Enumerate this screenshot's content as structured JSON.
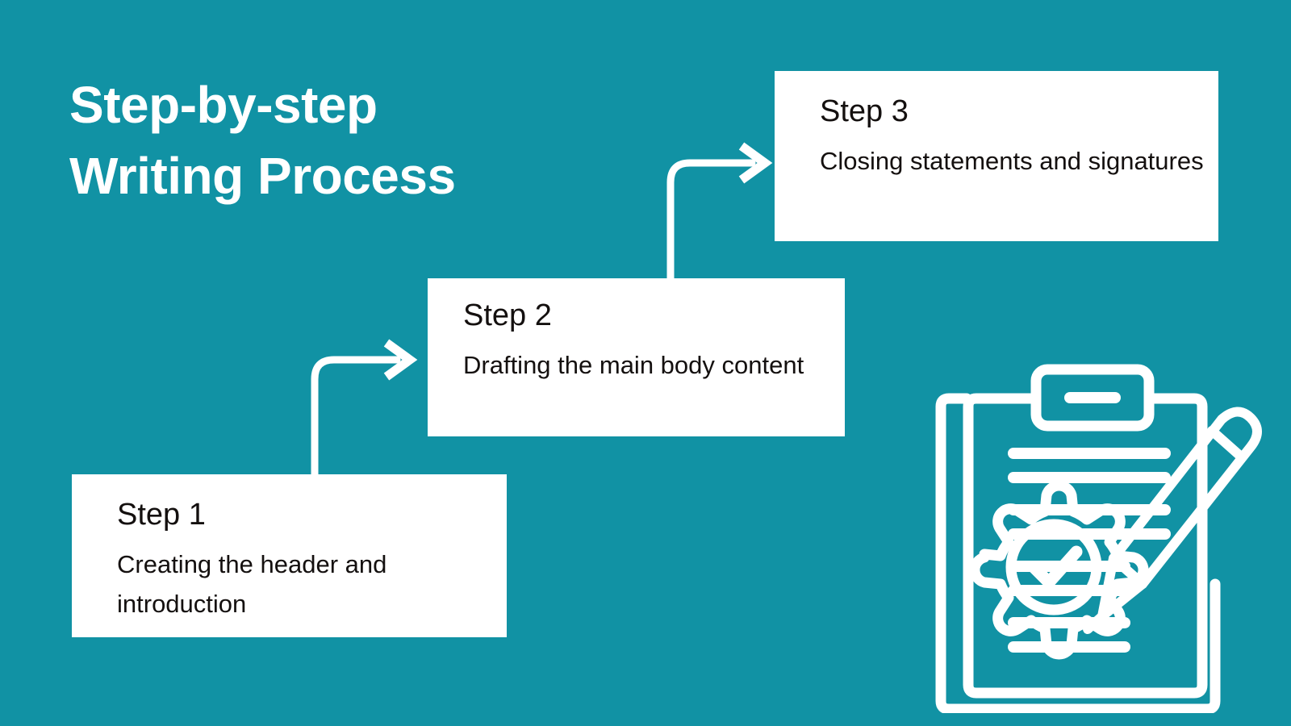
{
  "slide": {
    "title": "Step-by-step\nWriting Process",
    "background_color": "#1192a4",
    "card_background_color": "#ffffff",
    "text_color": "#14100f",
    "accent_color": "#ffffff"
  },
  "steps": [
    {
      "title": "Step 1",
      "description": "Creating the header and introduction"
    },
    {
      "title": "Step 2",
      "description": "Drafting the main body content"
    },
    {
      "title": "Step 3",
      "description": "Closing statements and signatures"
    }
  ],
  "connectors": [
    {
      "name": "arrow-step1-to-step2",
      "direction": "up-then-right"
    },
    {
      "name": "arrow-step2-to-step3",
      "direction": "up-then-right"
    }
  ],
  "illustration": {
    "name": "clipboard-pencil-gear-check",
    "parts": [
      "clipboard",
      "clip",
      "document-lines",
      "pencil",
      "gear",
      "checkmark"
    ],
    "line_count": 8
  }
}
